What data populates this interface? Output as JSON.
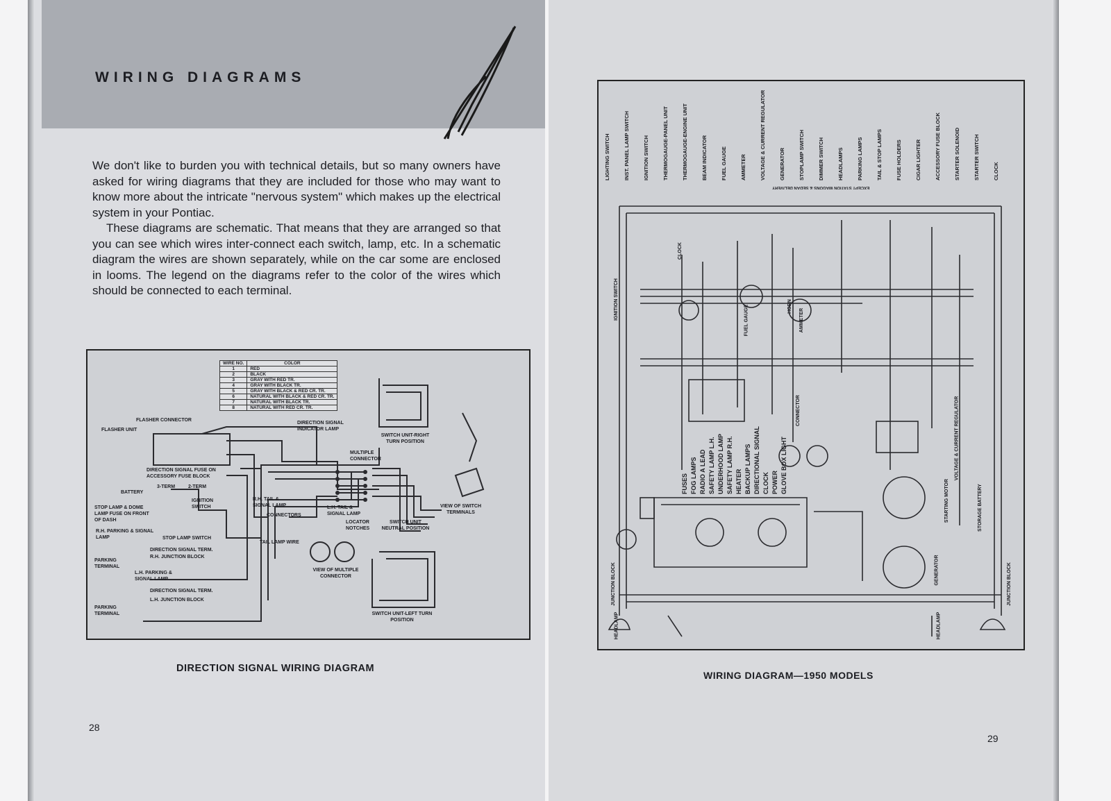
{
  "left_page": {
    "title": "WIRING DIAGRAMS",
    "intro_paragraphs": [
      "We don't like to burden you with technical details, but so many owners have asked for wiring diagrams that they are included for those who may want to know more about the intricate \"nervous system\" which makes up the electrical system in your Pontiac.",
      "These diagrams are schematic. That means that they are arranged so that you can see which wires inter-connect each switch, lamp, etc. In a schematic diagram the wires are shown separately, while on the car some are enclosed in looms. The legend on the diagrams refer to the color of the wires which should be connected to each terminal."
    ],
    "diagram": {
      "wire_table": {
        "headers": [
          "WIRE NO.",
          "COLOR"
        ],
        "rows": [
          [
            "1",
            "RED"
          ],
          [
            "2",
            "BLACK"
          ],
          [
            "3",
            "GRAY WITH RED TR."
          ],
          [
            "4",
            "GRAY WITH BLACK TR."
          ],
          [
            "5",
            "GRAY WITH BLACK & RED CR. TR."
          ],
          [
            "6",
            "NATURAL WITH BLACK & RED CR. TR."
          ],
          [
            "7",
            "NATURAL WITH BLACK TR."
          ],
          [
            "8",
            "NATURAL WITH RED CR. TR."
          ]
        ]
      },
      "labels": {
        "flasher_connector": "FLASHER CONNECTOR",
        "flasher_unit": "FLASHER UNIT",
        "indicator_lamp": "DIRECTION SIGNAL INDICATOR LAMP",
        "multiple_connector": "MULTIPLE CONNECTOR",
        "fuse": "DIRECTION SIGNAL FUSE ON ACCESSORY FUSE BLOCK",
        "term3": "3-TERM",
        "term2": "2-TERM",
        "battery": "BATTERY",
        "ignition_switch": "IGNITION SWITCH",
        "stop_lamp_fuse": "STOP LAMP & DOME LAMP FUSE ON FRONT OF DASH",
        "rh_parking": "R.H. PARKING & SIGNAL LAMP",
        "stop_lamp_switch": "STOP LAMP SWITCH",
        "rh_dir_term": "DIRECTION SIGNAL TERM.",
        "rh_junction": "R.H. JUNCTION BLOCK",
        "parking_terminal_1": "PARKING TERMINAL",
        "lh_parking": "L.H. PARKING & SIGNAL LAMP",
        "lh_dir_term": "DIRECTION SIGNAL TERM.",
        "lh_junction": "L.H. JUNCTION BLOCK",
        "parking_terminal_2": "PARKING TERMINAL",
        "rh_tail": "R.H. TAIL & SIGNAL LAMP",
        "connectors": "CONNECTORS",
        "lh_tail": "L.H. TAIL & SIGNAL LAMP",
        "locator_notches": "LOCATOR NOTCHES",
        "tail_lamp_wire": "TAIL LAMP WIRE",
        "view_multiple": "VIEW OF MULTIPLE CONNECTOR",
        "switch_right": "SWITCH UNIT-RIGHT TURN POSITION",
        "switch_neutral": "SWITCH UNIT NEUTRAL POSITION",
        "switch_left": "SWITCH UNIT-LEFT TURN POSITION",
        "view_terminals": "VIEW OF SWITCH TERMINALS"
      }
    },
    "caption": "DIRECTION SIGNAL WIRING DIAGRAM",
    "page_number": "28"
  },
  "right_page": {
    "legend_headers": [
      "LIGHTING SWITCH",
      "INST. PANEL LAMP SWITCH",
      "IGNITION SWITCH",
      "THERMOGAUGE-PANEL UNIT",
      "THERMOGAUGE-ENGINE UNIT",
      "BEAM INDICATOR",
      "FUEL GAUGE",
      "AMMETER",
      "VOLTAGE & CURRENT REGULATOR",
      "GENERATOR",
      "STOPLAMP SWITCH",
      "DIMMER SWITCH",
      "HEADLAMPS",
      "PARKING LAMPS",
      "TAIL & STOP LAMPS",
      "FUSE HOLDERS",
      "CIGAR LIGHTER",
      "ACCESSORY FUSE BLOCK",
      "STARTER SOLENOID",
      "STARTER SWITCH",
      "CLOCK"
    ],
    "note": "EXCEPT STATION WAGONS & SEDAN DELIVERY",
    "accessory_labels": [
      "FUSES",
      "FOG LAMPS",
      "RADIO A LEAD",
      "SAFETY LAMP L.H.",
      "UNDERHOOD LAMP",
      "SAFETY LAMP R.H.",
      "HEATER",
      "BACKUP LAMPS",
      "DIRECTIONAL SIGNAL",
      "CLOCK",
      "POWER",
      "GLOVE BOX LIGHT"
    ],
    "component_labels": {
      "headlamp_left": "HEADLAMP",
      "headlamp_right": "HEADLAMP",
      "junction_left": "JUNCTION BLOCK",
      "junction_right": "JUNCTION BLOCK",
      "generator": "GENERATOR",
      "starting_motor": "STARTING MOTOR",
      "storage_battery": "STORAGE BATTERY",
      "regulator": "VOLTAGE & CURRENT REGULATOR",
      "ignition_switch": "IGNITION SWITCH",
      "horn": "HORN",
      "ammeter": "AMMETER",
      "fuel_gauge": "FUEL GAUGE",
      "clock": "CLOCK",
      "connector": "CONNECTOR"
    },
    "caption": "WIRING DIAGRAM—1950 MODELS",
    "page_number": "29"
  }
}
